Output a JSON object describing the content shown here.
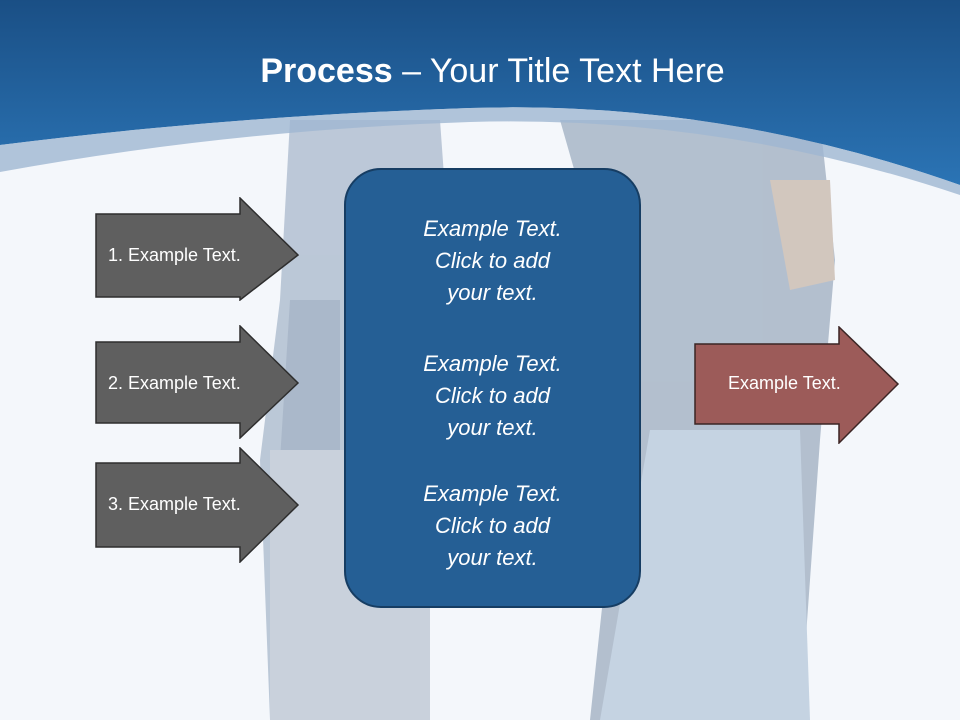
{
  "title": {
    "bold": "Process",
    "rest": " – Your Title Text Here"
  },
  "left_arrows": [
    {
      "label": "1. Example Text."
    },
    {
      "label": "2. Example Text."
    },
    {
      "label": "3. Example Text."
    }
  ],
  "center_blocks": [
    {
      "line1": "Example Text.",
      "line2": "Click  to add",
      "line3": "your text."
    },
    {
      "line1": "Example Text.",
      "line2": "Click  to add",
      "line3": "your text."
    },
    {
      "line1": "Example Text.",
      "line2": "Click  to add",
      "line3": "your text."
    }
  ],
  "right_arrow": {
    "label": "Example Text."
  },
  "colors": {
    "header_blue": "#1f5c99",
    "left_arrow_fill": "#5f5f5f",
    "center_fill": "#255f95",
    "right_arrow_fill": "#9c5b59"
  }
}
